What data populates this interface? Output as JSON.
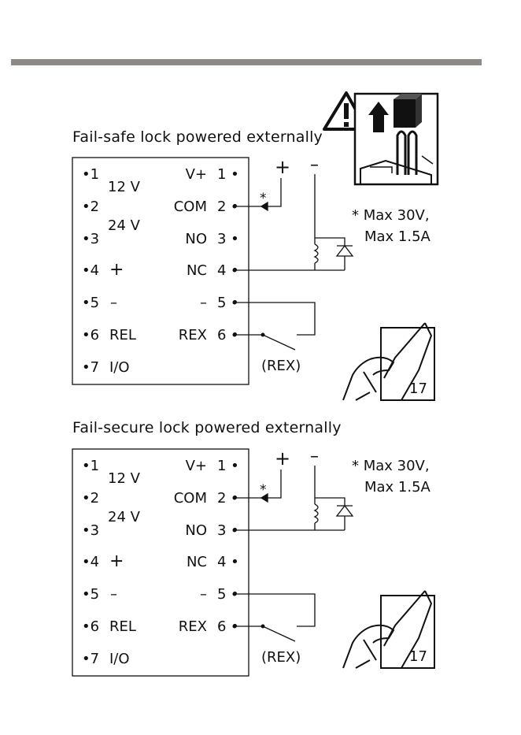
{
  "sections": [
    {
      "title": "Fail-safe lock powered externally",
      "left_pins": [
        {
          "label": "•1"
        },
        {
          "label": "•2"
        },
        {
          "label": "•3"
        },
        {
          "label": "•4"
        },
        {
          "label": "•5"
        },
        {
          "label": "•6"
        },
        {
          "label": "•7"
        }
      ],
      "left_side_labels": [
        "12 V",
        "24 V",
        "+",
        "–",
        "REL",
        "I/O"
      ],
      "right_labels": [
        "V+",
        "COM",
        "NO",
        "NC",
        "–",
        "REX"
      ],
      "right_pins": [
        "1 •",
        "2 •",
        "3 •",
        "4 •",
        "5 •",
        "6 •"
      ],
      "supply_plus": "+",
      "supply_minus": "–",
      "asterisk": "*",
      "rex_label": "(REX)",
      "note_line1": "* Max 30V,",
      "note_line2": "Max 1.5A",
      "door_number": "17"
    },
    {
      "title": "Fail-secure lock powered externally",
      "left_pins": [
        {
          "label": "•1"
        },
        {
          "label": "•2"
        },
        {
          "label": "•3"
        },
        {
          "label": "•4"
        },
        {
          "label": "•5"
        },
        {
          "label": "•6"
        },
        {
          "label": "•7"
        }
      ],
      "left_side_labels": [
        "12 V",
        "24 V",
        "+",
        "–",
        "REL",
        "I/O"
      ],
      "right_labels": [
        "V+",
        "COM",
        "NO",
        "NC",
        "–",
        "REX"
      ],
      "right_pins": [
        "1 •",
        "2 •",
        "3 •",
        "4 •",
        "5 •",
        "6 •"
      ],
      "supply_plus": "+",
      "supply_minus": "–",
      "asterisk": "*",
      "rex_label": "(REX)",
      "note_line1": "* Max 30V,",
      "note_line2": "Max 1.5A",
      "door_number": "17"
    }
  ],
  "icons": {
    "warning": "warning-triangle-icon",
    "jumper": "jumper-removal-icon",
    "door_hand": "hand-opening-door-icon"
  },
  "colors": {
    "rule": "#8e8a86",
    "line": "#111111"
  }
}
